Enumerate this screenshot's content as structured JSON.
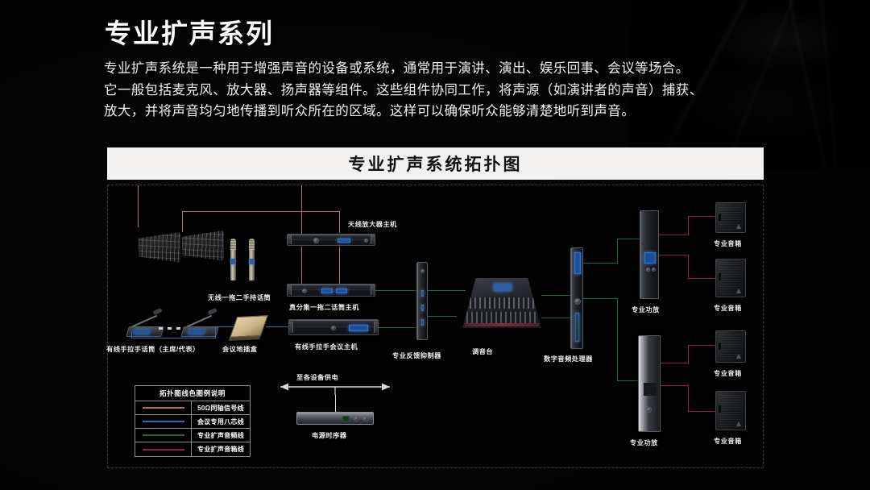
{
  "slide": {
    "title": "专业扩声系列",
    "intro_lines": [
      "专业扩声系统是一种用于增强声音的设备或系统，通常用于演讲、演出、娱乐回事、会议等场合。",
      "它一般包括麦克风、放大器、扬声器等组件。这些组件协同工作，将声源（如演讲者的声音）捕获、",
      "放大，并将声音均匀地传播到听众所在的区域。这样可以确保听众能够清楚地听到声音。"
    ],
    "banner_title": "专业扩声系统拓扑图"
  },
  "diagram": {
    "labels": {
      "antenna_amp": "天线放大器主机",
      "handheld_mic": "无线一拖二手持话筒",
      "diversity_host": "真分集一拖二话筒主机",
      "wired_conf_mic": "有线手拉手话筒（主席/代表）",
      "floor_box": "会议地插盒",
      "wired_conf_host": "有线手拉手会议主机",
      "feedback_suppressor": "专业反馈抑制器",
      "mixer": "调音台",
      "dsp": "数字音频处理器",
      "amp_top": "专业功放",
      "amp_bottom": "专业功放",
      "speaker_1": "专业音箱",
      "speaker_2": "专业音箱",
      "speaker_3": "专业音箱",
      "speaker_4": "专业音箱",
      "power_feed": "至各设备供电",
      "power_sequencer": "电源时序器"
    }
  },
  "legend": {
    "header": "拓扑图线色图例说明",
    "rows": [
      {
        "label": "50Ω同轴信号线",
        "color": "#a8812e"
      },
      {
        "label": "会议专用八芯线",
        "color": "#2a6fae"
      },
      {
        "label": "专业扩声音频线",
        "color": "#1f6b36"
      },
      {
        "label": "专业扩声音箱线",
        "color": "#8e2340"
      }
    ]
  }
}
